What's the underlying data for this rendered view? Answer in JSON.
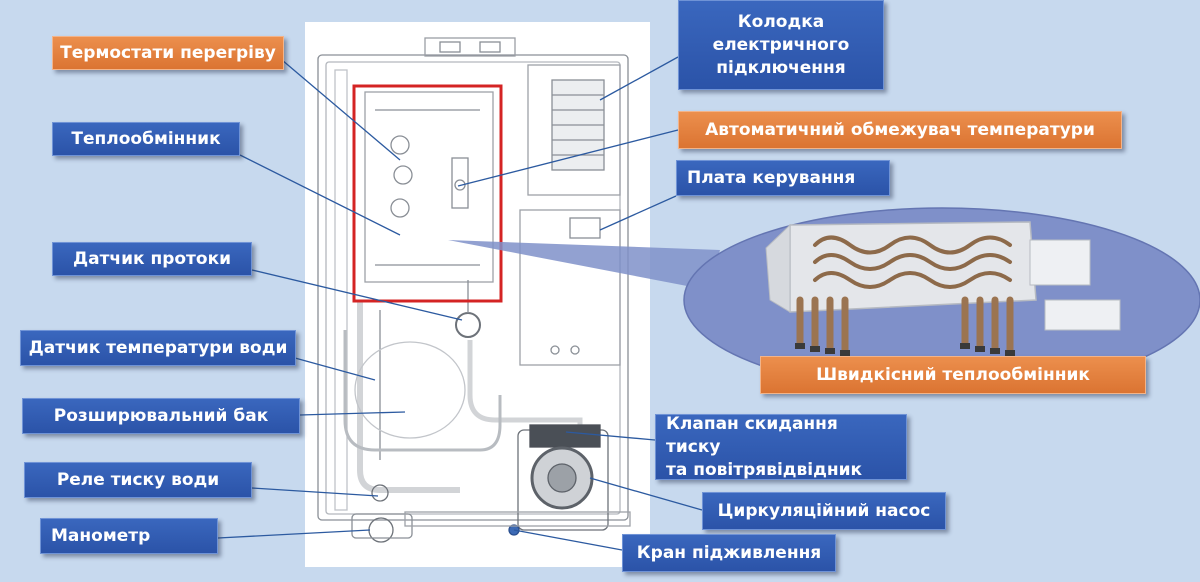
{
  "labels": {
    "thermostats": "Термостати перегріву",
    "heat_exchanger": "Теплообмінник",
    "flow_sensor": "Датчик протоки",
    "water_temp_sensor": "Датчик температури води",
    "expansion_tank": "Розширювальний бак",
    "pressure_relay": "Реле тиску води",
    "manometer": "Манометр",
    "terminal_block_line1": "Колодка",
    "terminal_block_line2": "електричного",
    "terminal_block_line3": "підключення",
    "temp_limiter": "Автоматичний обмежувач температури",
    "control_board": "Плата керування",
    "fast_heat_exchanger": "Швидкісний теплообмінник",
    "relief_valve_line1": "Клапан скидання тиску",
    "relief_valve_line2": "та повітрявідвідник",
    "circulation_pump": "Циркуляційний насос",
    "fill_valve": "Кран підживлення"
  },
  "colors": {
    "background": "#c7d9ee",
    "blue_label": "#2f5ab0",
    "orange_label": "#e07b38",
    "highlight_frame": "#d42424",
    "callout_ellipse": "#7f90c9",
    "leader_line": "#2c5aa0"
  }
}
